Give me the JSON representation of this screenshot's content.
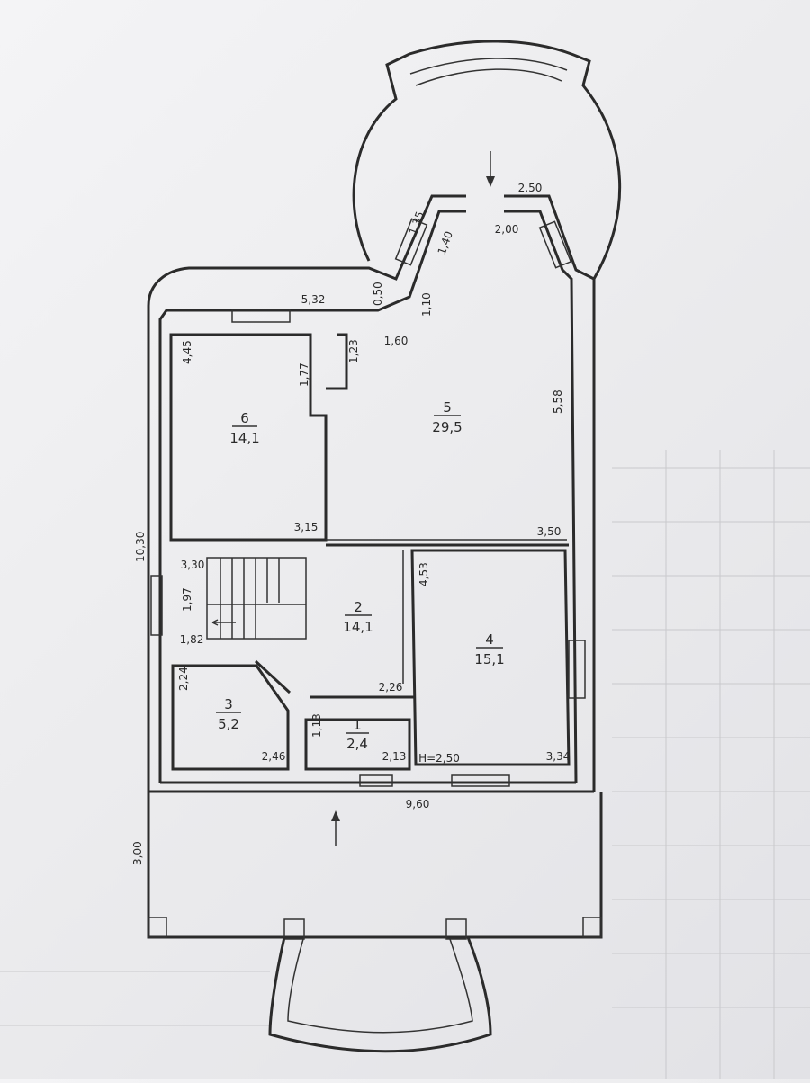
{
  "plan": {
    "rooms": [
      {
        "id": "room-1",
        "number": "1",
        "area": "2,4"
      },
      {
        "id": "room-2",
        "number": "2",
        "area": "14,1"
      },
      {
        "id": "room-3",
        "number": "3",
        "area": "5,2"
      },
      {
        "id": "room-4",
        "number": "4",
        "area": "15,1"
      },
      {
        "id": "room-5",
        "number": "5",
        "area": "29,5"
      },
      {
        "id": "room-6",
        "number": "6",
        "area": "14,1"
      }
    ],
    "dimensions": {
      "d_2_50_top": "2,50",
      "d_2_00": "2,00",
      "d_1_35": "1,35",
      "d_1_40": "1,40",
      "d_5_32": "5,32",
      "d_0_50": "0,50",
      "d_1_10": "1,10",
      "d_1_60": "1,60",
      "d_4_45": "4,45",
      "d_1_77": "1,77",
      "d_1_23": "1,23",
      "d_5_58": "5,58",
      "d_3_15": "3,15",
      "d_3_50": "3,50",
      "d_10_30": "10,30",
      "d_3_30": "3,30",
      "d_4_53": "4,53",
      "d_1_97": "1,97",
      "d_1_82": "1,82",
      "d_2_24": "2,24",
      "d_2_26": "2,26",
      "d_1_13": "1,13",
      "d_2_46": "2,46",
      "d_2_13": "2,13",
      "d_h_2_50": "H=2,50",
      "d_3_34": "3,34",
      "d_9_60": "9,60",
      "d_3_00": "3,00"
    }
  }
}
